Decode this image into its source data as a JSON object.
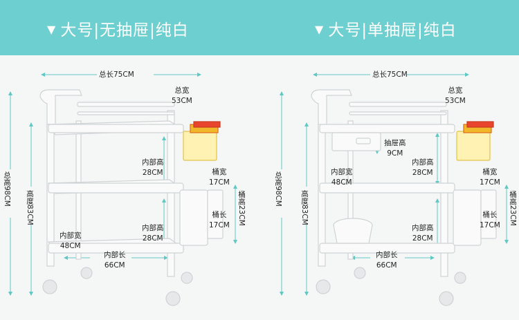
{
  "colors": {
    "banner": "#6ecfd0",
    "dimension_line": "#5ec8c4"
  },
  "left": {
    "title_icon": "down-triangle-icon",
    "title": "大号|无抽屉|纯白",
    "total_length": "总长75CM",
    "total_width": [
      "总宽",
      "53CM"
    ],
    "inner_height_1": [
      "内部高",
      "28CM"
    ],
    "inner_height_2": [
      "内部高",
      "28CM"
    ],
    "inner_width": [
      "内部宽",
      "48CM"
    ],
    "inner_length": [
      "内部长",
      "66CM"
    ],
    "bucket_width": [
      "桶宽",
      "17CM"
    ],
    "bucket_length": [
      "桶长",
      "17CM"
    ],
    "bucket_height": "桶高23CM",
    "total_height": "总高98CM",
    "height": "高度83CM"
  },
  "right": {
    "title_icon": "down-triangle-icon",
    "title": "大号|单抽屉|纯白",
    "total_length": "总长75CM",
    "total_width": [
      "总宽",
      "53CM"
    ],
    "drawer_height": [
      "抽屉高",
      "9CM"
    ],
    "inner_height_1": [
      "内部高",
      "28CM"
    ],
    "inner_height_2": [
      "内部高",
      "28CM"
    ],
    "inner_width": [
      "内部宽",
      "48CM"
    ],
    "inner_length": [
      "内部长",
      "66CM"
    ],
    "bucket_width": [
      "桶宽",
      "17CM"
    ],
    "bucket_length": [
      "桶长",
      "17CM"
    ],
    "bucket_height": "桶高23CM",
    "total_height": "总高98CM",
    "height": "高度83CM"
  }
}
